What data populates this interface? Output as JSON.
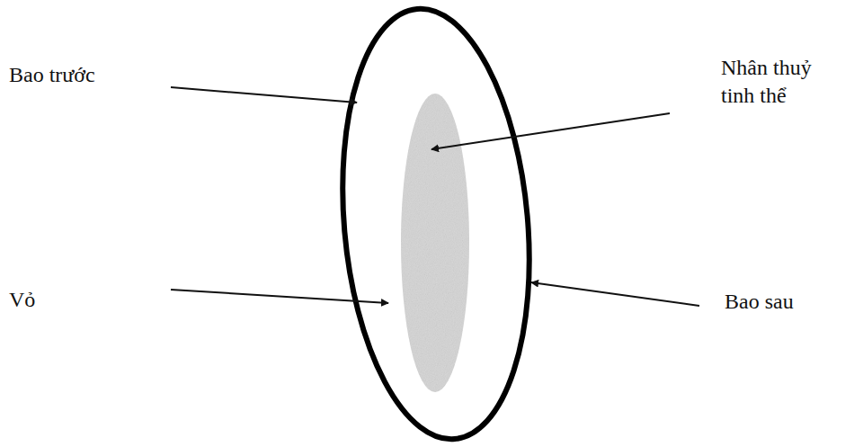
{
  "diagram": {
    "labels": [
      "Bao trước",
      "Nhân thuỷ tinh thể",
      "Vỏ",
      "Bao sau"
    ]
  }
}
